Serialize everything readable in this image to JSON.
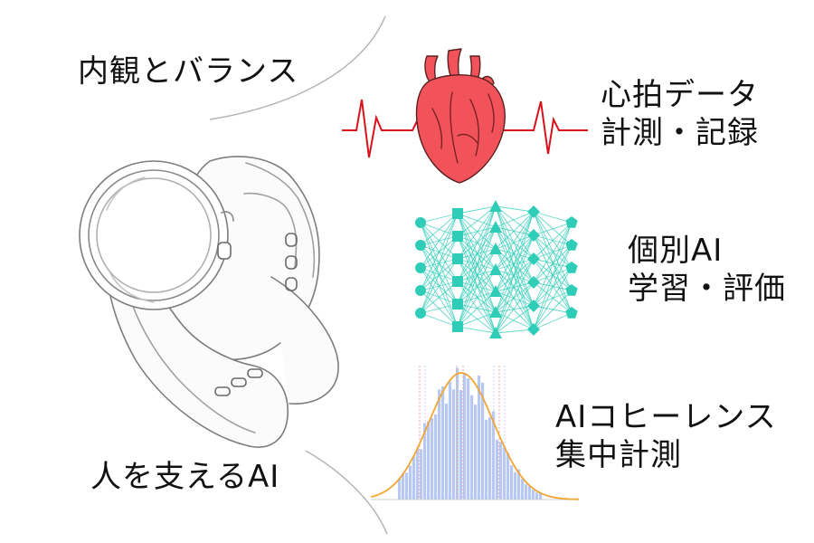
{
  "labels": {
    "top_left": "内観とバランス",
    "bottom_left": "人を支えるAI",
    "heart": {
      "line1": "心拍データ",
      "line2": "計測・記録"
    },
    "network": {
      "line1": "個別AI",
      "line2": "学習・評価"
    },
    "histogram": {
      "line1": "AIコヒーレンス",
      "line2": "集中計測"
    }
  },
  "icons": {
    "watch": "smartwatch-icon",
    "heart": "anatomical-heart-icon",
    "network": "neural-network-icon",
    "histogram": "histogram-bell-curve-icon"
  },
  "colors": {
    "heart_fill": "#f2535a",
    "ecg_line": "#d9111a",
    "network": "#2fcdb8",
    "histogram_bars": "#b7c8f5",
    "curve": "#f3a531",
    "sketch": "#7d7d7d"
  }
}
